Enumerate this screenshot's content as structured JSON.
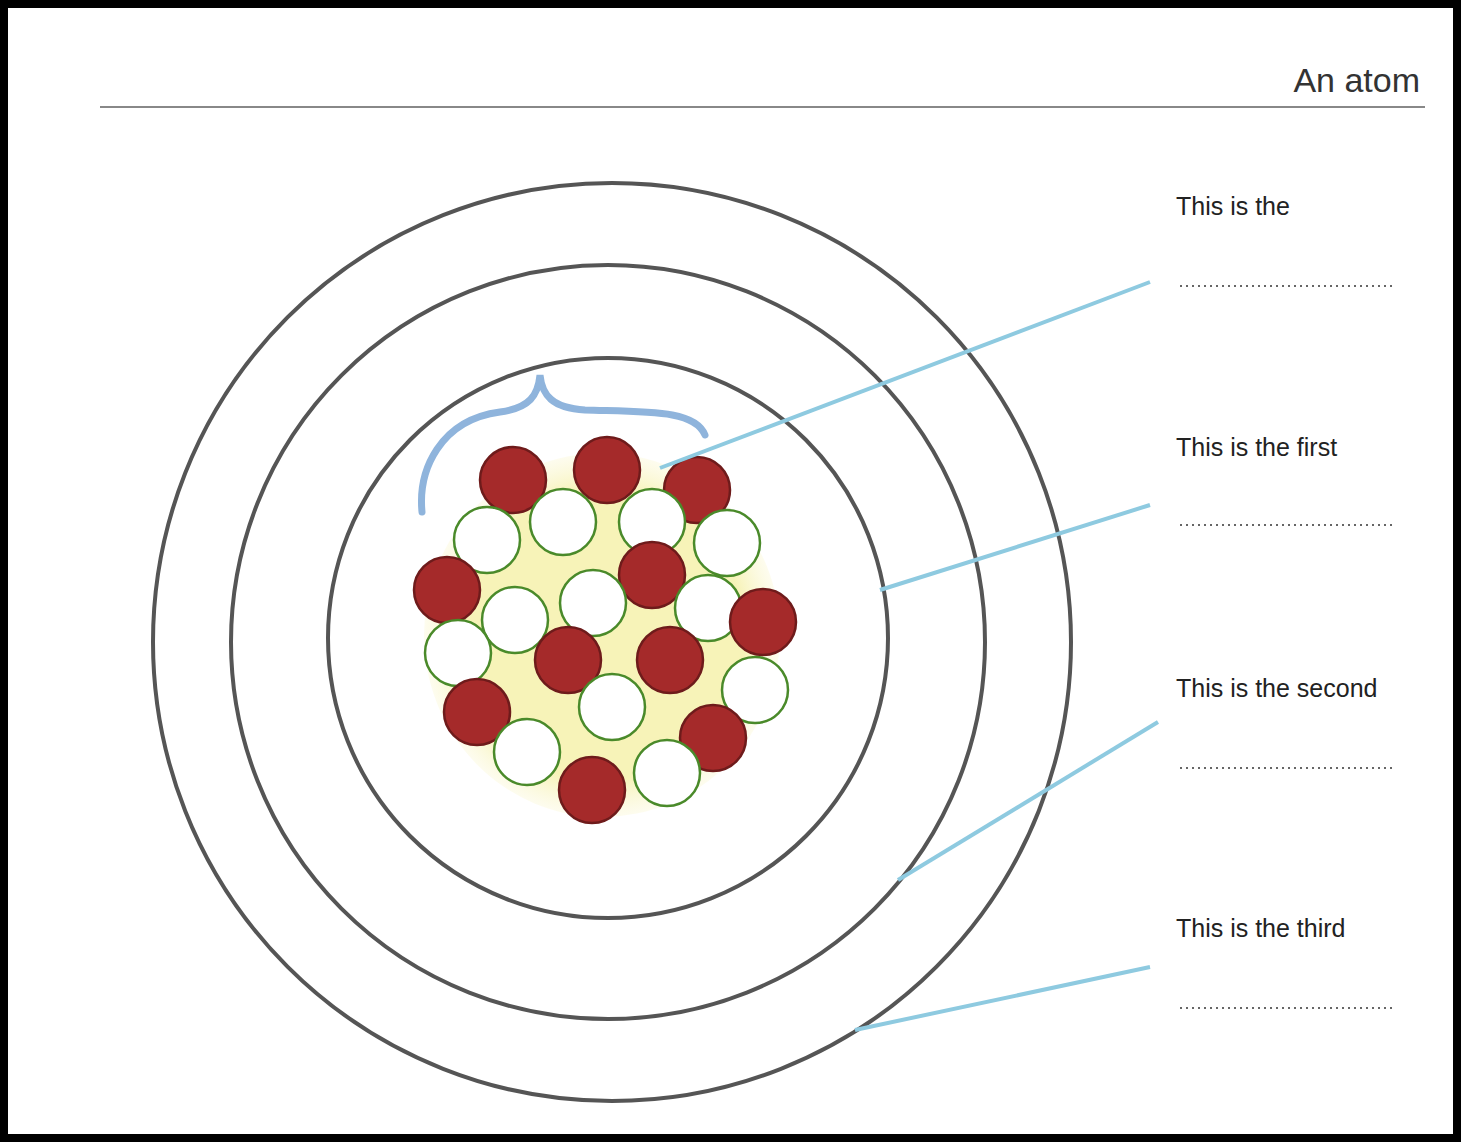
{
  "diagram": {
    "title": "An atom",
    "labels": [
      "This is the",
      "This is the first",
      "This is the second",
      "This is the third"
    ]
  }
}
